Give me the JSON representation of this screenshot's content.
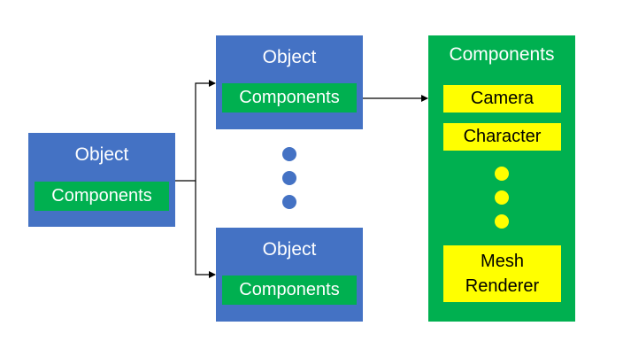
{
  "objects": [
    {
      "title": "Object",
      "components": "Components"
    },
    {
      "title": "Object",
      "components": "Components"
    },
    {
      "title": "Object",
      "components": "Components"
    }
  ],
  "components_panel": {
    "title": "Components",
    "items": [
      "Camera",
      "Character",
      "Mesh\nRenderer"
    ]
  },
  "colors": {
    "object": "#4472c4",
    "component": "#00b050",
    "item": "#ffff00",
    "dot_blue": "#4472c4",
    "dot_yellow": "#ffff00",
    "connector": "#000000"
  }
}
